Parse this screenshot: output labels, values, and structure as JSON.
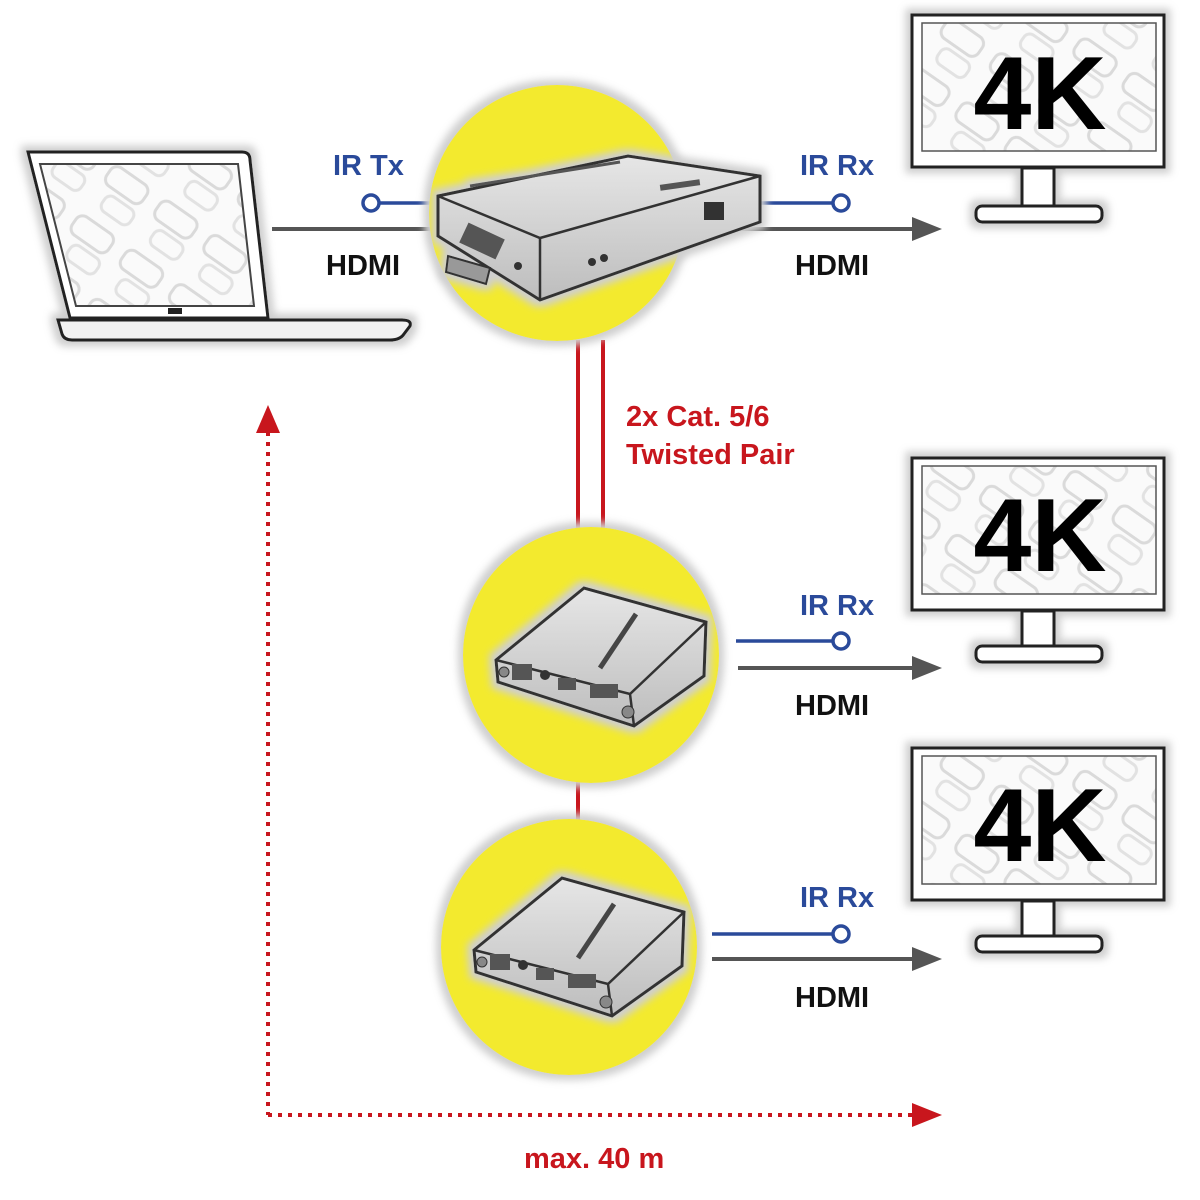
{
  "labels": {
    "ir_tx": "IR Tx",
    "ir_rx_1": "IR Rx",
    "ir_rx_2": "IR Rx",
    "ir_rx_3": "IR Rx",
    "hdmi_in": "HDMI",
    "hdmi_out_1": "HDMI",
    "hdmi_out_2": "HDMI",
    "hdmi_out_3": "HDMI",
    "cable_line1": "2x Cat. 5/6",
    "cable_line2": "Twisted Pair",
    "distance": "max. 40 m"
  },
  "monitors": [
    {
      "text": "4K"
    },
    {
      "text": "4K"
    },
    {
      "text": "4K"
    }
  ],
  "colors": {
    "accent_yellow": "#f3ea2f",
    "ir_blue": "#2a4a9a",
    "cable_red": "#c8161d",
    "hdmi_gray": "#555555"
  },
  "icons": [
    "laptop-icon",
    "transmitter-device-icon",
    "receiver-device-icon",
    "monitor-icon"
  ]
}
